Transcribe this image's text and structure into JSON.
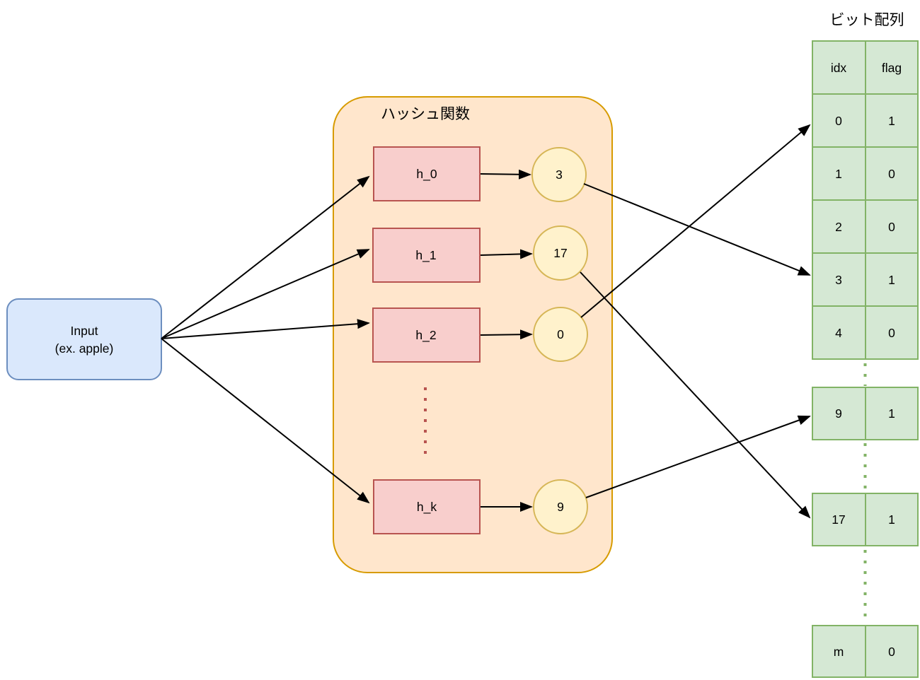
{
  "colors": {
    "input_fill": "#dae8fc",
    "input_stroke": "#6c8ebf",
    "hash_container_fill": "#ffe6cc",
    "hash_container_stroke": "#d79b00",
    "hash_box_fill": "#f8cecc",
    "hash_box_stroke": "#b85450",
    "output_circle_fill": "#fff2cc",
    "output_circle_stroke": "#d6b656",
    "table_cell_fill": "#d5e8d4",
    "table_cell_stroke": "#82b366",
    "arrow": "#000000"
  },
  "input_node": {
    "line1": "Input",
    "line2": "(ex. apple)"
  },
  "hash_group": {
    "title": "ハッシュ関数"
  },
  "hash_functions": [
    {
      "label": "h_0",
      "output": "3"
    },
    {
      "label": "h_1",
      "output": "17"
    },
    {
      "label": "h_2",
      "output": "0"
    },
    {
      "label": "h_k",
      "output": "9"
    }
  ],
  "bit_array": {
    "title": "ビット配列",
    "col_headers": [
      "idx",
      "flag"
    ],
    "rows": [
      {
        "idx": "0",
        "flag": "1"
      },
      {
        "idx": "1",
        "flag": "0"
      },
      {
        "idx": "2",
        "flag": "0"
      },
      {
        "idx": "3",
        "flag": "1"
      },
      {
        "idx": "4",
        "flag": "0"
      },
      {
        "idx": "9",
        "flag": "1"
      },
      {
        "idx": "17",
        "flag": "1"
      },
      {
        "idx": "m",
        "flag": "0"
      }
    ]
  }
}
